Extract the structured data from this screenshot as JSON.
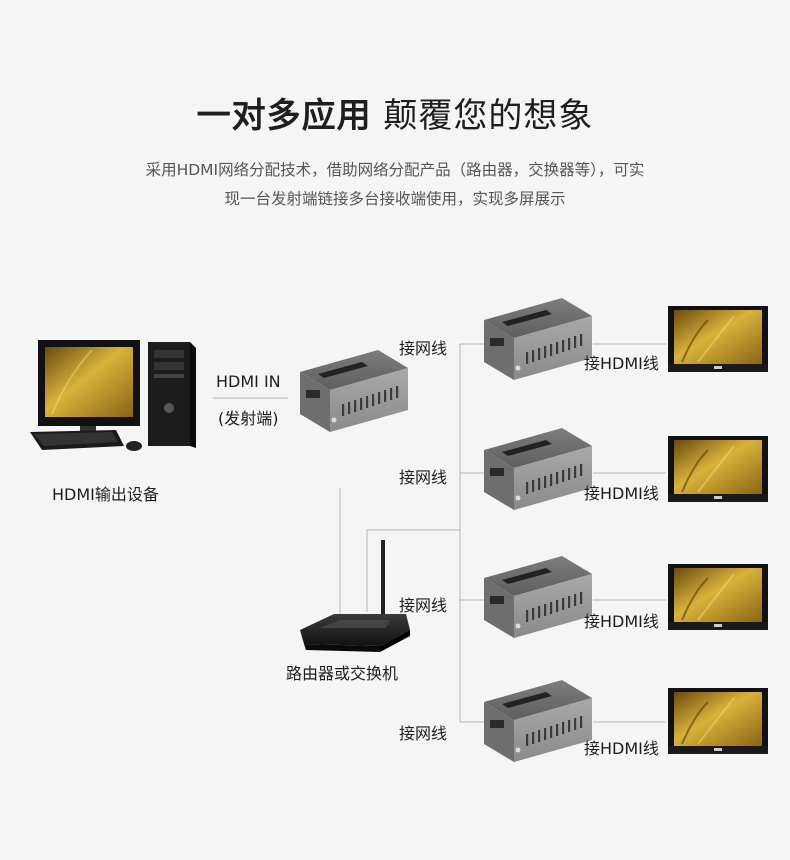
{
  "header": {
    "title_bold": "一对多应用",
    "title_rest": "颠覆您的想象",
    "desc_line1": "采用HDMI网络分配技术，借助网络分配产品（路由器，交换器等），可实",
    "desc_line2": "现一台发射端链接多台接收端使用，实现多屏展示"
  },
  "diagram": {
    "source_label": "HDMI输出设备",
    "hdmi_in_label": "HDMI  IN",
    "transmitter_label": "(发射端)",
    "router_label": "路由器或交换机",
    "network_label": "接网线",
    "hdmi_out_label": "接HDMI线",
    "receiver_count": 4
  },
  "colors": {
    "background": "#f5f5f5",
    "line": "#b0b0b0",
    "device_body": "#8c8c8c",
    "screen_gold": "#c8a030"
  }
}
